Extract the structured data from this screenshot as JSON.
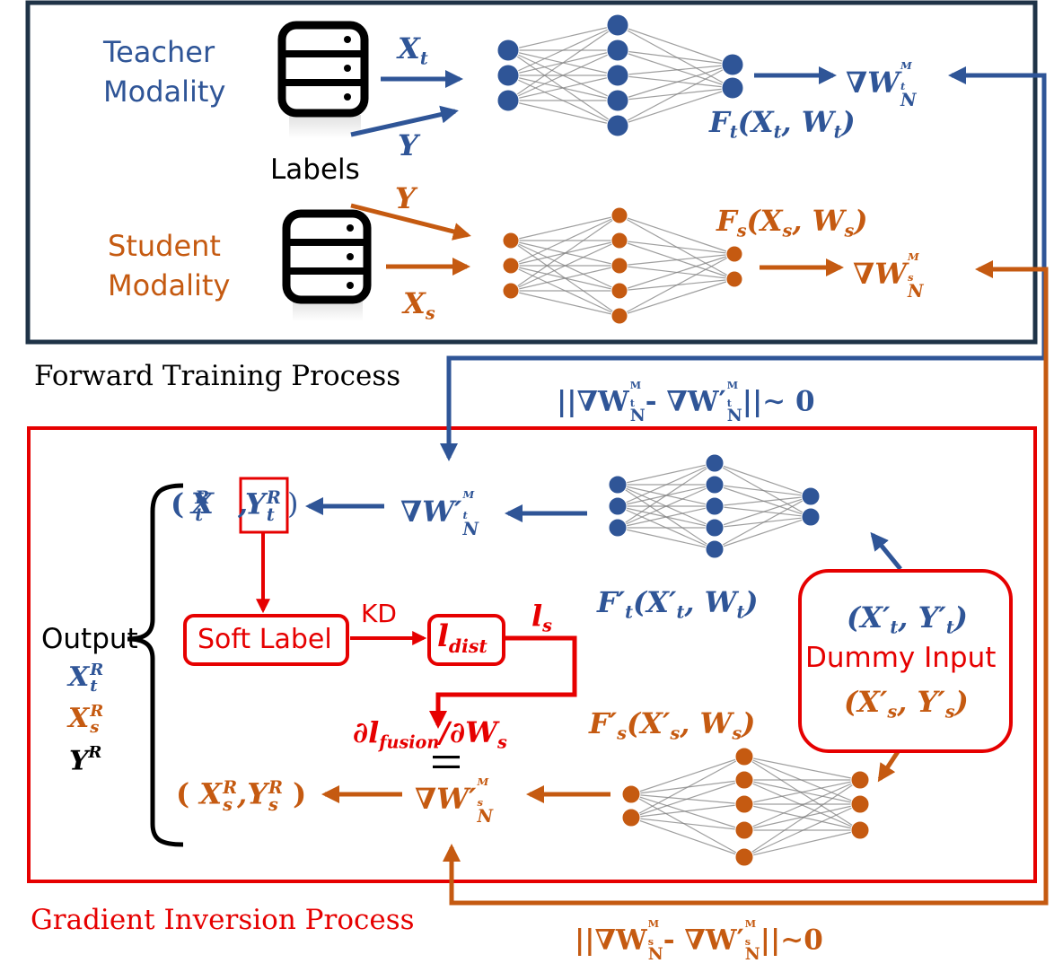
{
  "colors": {
    "blue": "#2f5597",
    "brown": "#c55a11",
    "red": "#e60000",
    "frame": "#1f3347"
  },
  "icons": [
    "database-icon",
    "database-icon"
  ],
  "forward": {
    "teacher_line1": "Teacher",
    "teacher_line2": "Modality",
    "labels": "Labels",
    "student_line1": "Student",
    "student_line2": "Modality",
    "x_t": "X",
    "x_t_sub": "t",
    "y_teacher": "Y",
    "y_student": "Y",
    "x_s": "X",
    "x_s_sub": "s",
    "f_t": "F",
    "f_t_sub": "t",
    "f_t_args": "(X",
    "f_t_args2": ", W",
    "f_t_close": ")",
    "f_s": "F",
    "f_s_sub": "s",
    "grad": "∇W",
    "grad_sub": "N",
    "grad_t_sup": "M",
    "grad_t_supsub": "t",
    "grad_s_sup": "M",
    "grad_s_supsub": "s",
    "title": "Forward Training Process"
  },
  "match_teacher": {
    "open": "||∇W",
    "mid": "- ∇W′",
    "close": "||∼ 0"
  },
  "match_student": {
    "open": "||∇W",
    "mid": "- ∇W′",
    "close": "||∼0"
  },
  "inversion": {
    "grad_prime": "∇W′",
    "grad_sub": "N",
    "pair_t_x": "X",
    "pair_t_y": "Y",
    "pair_sup": "R",
    "pair_sub_t": "t",
    "pair_sub_s": "s",
    "soft_label": "Soft Label",
    "kd": "KD",
    "l_dist": "l",
    "l_dist_sub": "dist",
    "l_s": "l",
    "l_s_sub": "s",
    "partial": "∂l",
    "partial_sub": "fusion",
    "partial_rest": "/∂W",
    "equals": "||",
    "f_prime_t": "F′",
    "f_prime_s": "F′",
    "x_prime": "(X′",
    "y_prime": "Y′",
    "w_sym": "W",
    "dummy_top": "(X′",
    "dummy_label": "Dummy Input",
    "output": "Output",
    "out_x": "X",
    "out_y": "Y",
    "title": "Gradient Inversion Process"
  }
}
